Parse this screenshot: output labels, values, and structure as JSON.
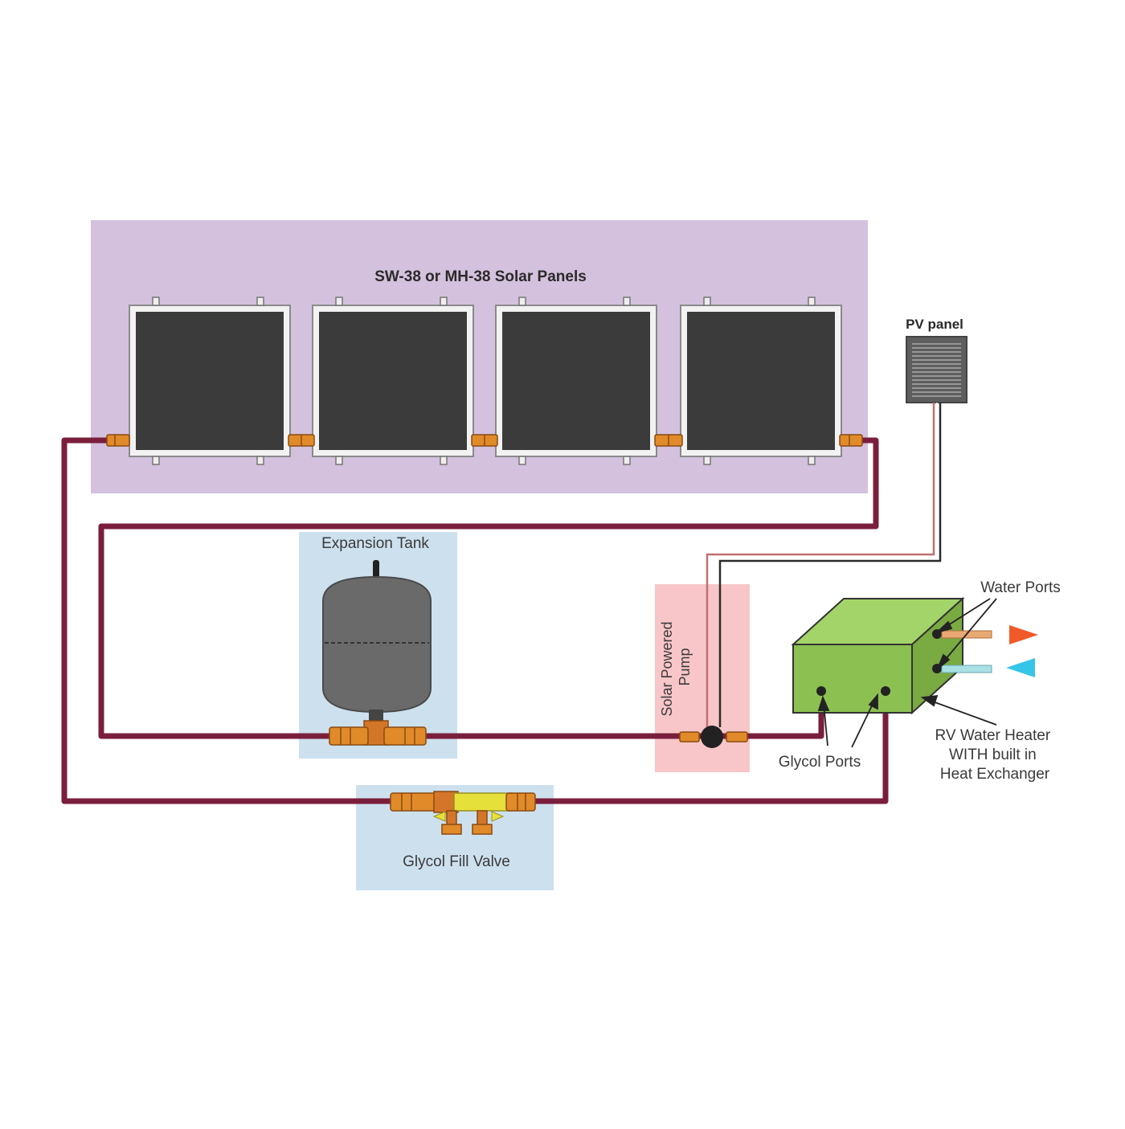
{
  "labels": {
    "solar_panels": "SW-38 or MH-38 Solar Panels",
    "pv_panel": "PV panel",
    "expansion_tank": "Expansion Tank",
    "pump_line1": "Solar Powered",
    "pump_line2": "Pump",
    "water_ports": "Water Ports",
    "glycol_ports": "Glycol Ports",
    "heater_line1": "RV  Water Heater",
    "heater_line2": "WITH built in",
    "heater_line3": "Heat Exchanger",
    "glycol_fill_valve": "Glycol Fill Valve"
  },
  "colors": {
    "panel_area": "#d4c1dd",
    "component_area": "#cde0ee",
    "pump_area": "#f8c6c8",
    "solar_panel": "#3b3b3b",
    "pipe": "#7a1e3c",
    "fitting": "#e08a2a",
    "tank": "#6a6a6a",
    "heater": "#8cc152",
    "hot_arrow": "#f05a28",
    "cold_arrow": "#35c5e8"
  }
}
